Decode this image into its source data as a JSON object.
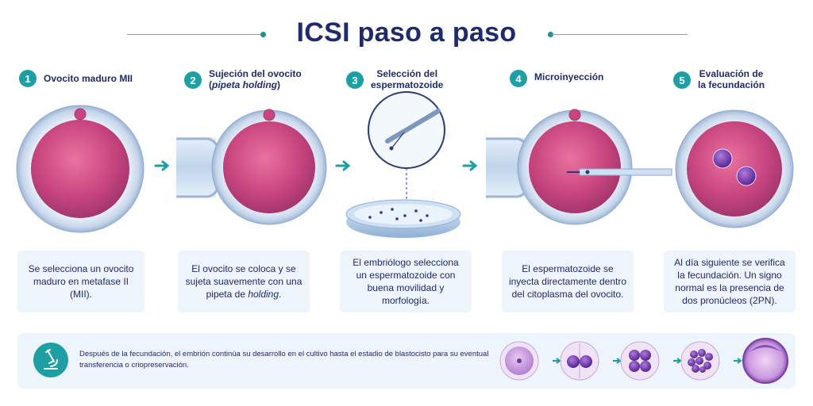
{
  "title": "ICSI paso a paso",
  "steps": [
    {
      "num": "1",
      "title": "Ovocito maduro MII",
      "desc": "Se selecciona un ovocito maduro en metafase II (MII)."
    },
    {
      "num": "2",
      "title_pre": "Sujeción del ovocito",
      "title_italic": "pipeta holding",
      "desc_pre": "El ovocito se coloca y se sujeta suavemente con una pipeta de ",
      "desc_italic": "holding",
      "desc_post": "."
    },
    {
      "num": "3",
      "title_l1": "Selección del",
      "title_l2": "espermatozoide",
      "desc": "El embriólogo selecciona un espermatozoide con buena movilidad y morfología."
    },
    {
      "num": "4",
      "title": "Microinyección",
      "desc": "El espermatozoide se inyecta directamente dentro del citoplasma del ovocito."
    },
    {
      "num": "5",
      "title_l1": "Evaluación de",
      "title_l2": "la fecundación",
      "desc": "Al día siguiente se verifica la fecundación. Un signo normal es la presencia de dos pronúcleos (2PN)."
    }
  ],
  "bottom": {
    "text": "Después de la fecundación, el embrión continúa su desarrollo en el cultivo hasta el estadio de blastocisto para su eventual transferencia o criopreservación."
  },
  "colors": {
    "accent": "#1e9fa3",
    "navy": "#1f2b6b",
    "panel": "#eef4fb"
  },
  "icons": [
    "arrow-right-icon",
    "microscope-icon"
  ]
}
